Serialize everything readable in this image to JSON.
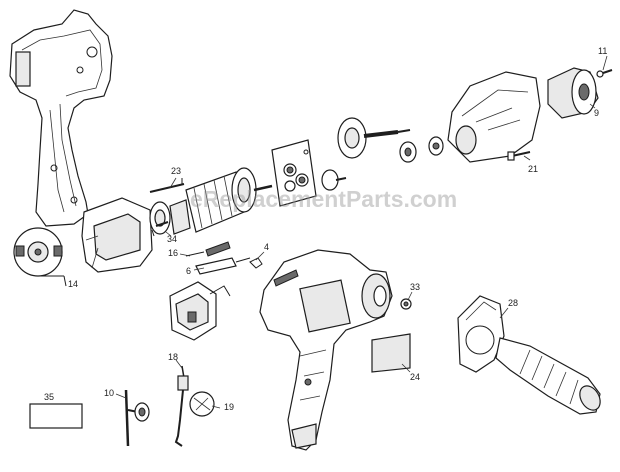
{
  "watermark": "eReplacementParts.com",
  "callouts": {
    "p11": "11",
    "p9": "9",
    "p21": "21",
    "p23": "23",
    "p34": "34",
    "p16": "16",
    "p4": "4",
    "p6": "6",
    "p14": "14",
    "p33": "33",
    "p28": "28",
    "p24": "24",
    "p18": "18",
    "p10": "10",
    "p19": "19",
    "p35": "35"
  },
  "colors": {
    "line": "#1e1e1e",
    "watermark": "#969696",
    "background": "#ffffff"
  }
}
